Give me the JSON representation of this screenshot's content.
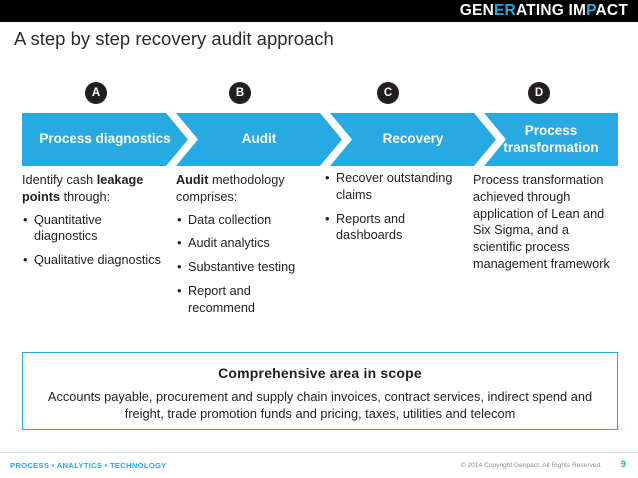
{
  "header": {
    "brand_part1": "GEN",
    "brand_part2": "ER",
    "brand_part3": "ATING IM",
    "brand_part4": "P",
    "brand_part5": "ACT"
  },
  "title": "A step by step recovery audit approach",
  "steps": [
    {
      "badge": "A",
      "label": "Process diagnostics"
    },
    {
      "badge": "B",
      "label": "Audit"
    },
    {
      "badge": "C",
      "label": "Recovery"
    },
    {
      "badge": "D",
      "label": "Process transformation"
    }
  ],
  "columns": [
    {
      "lead_pre": "Identify cash ",
      "lead_bold": "leakage points",
      "lead_post": " through:",
      "bullets": [
        "Quantitative diagnostics",
        "Qualitative diagnostics"
      ]
    },
    {
      "lead_bold": "Audit",
      "lead_post": " methodology comprises:",
      "bullets": [
        "Data collection",
        "Audit analytics",
        "Substantive testing",
        "Report and recommend"
      ]
    },
    {
      "bullets": [
        "Recover outstanding claims",
        "Reports and dashboards"
      ]
    },
    {
      "paragraph": "Process transformation achieved through application of Lean and Six Sigma, and a scientific process management framework"
    }
  ],
  "scope": {
    "title": "Comprehensive area in scope",
    "text": "Accounts payable, procurement and supply chain invoices, contract services, indirect spend and freight, trade promotion funds and pricing, taxes, utilities and telecom"
  },
  "footer": {
    "left": "PROCESS • ANALYTICS • TECHNOLOGY",
    "copyright": "© 2014 Copyright Genpact. All Rights Reserved.",
    "page": "9"
  },
  "colors": {
    "accent": "#27a9e1",
    "header_bg": "#000000",
    "badge_bg": "#231f20",
    "text": "#231f20"
  }
}
